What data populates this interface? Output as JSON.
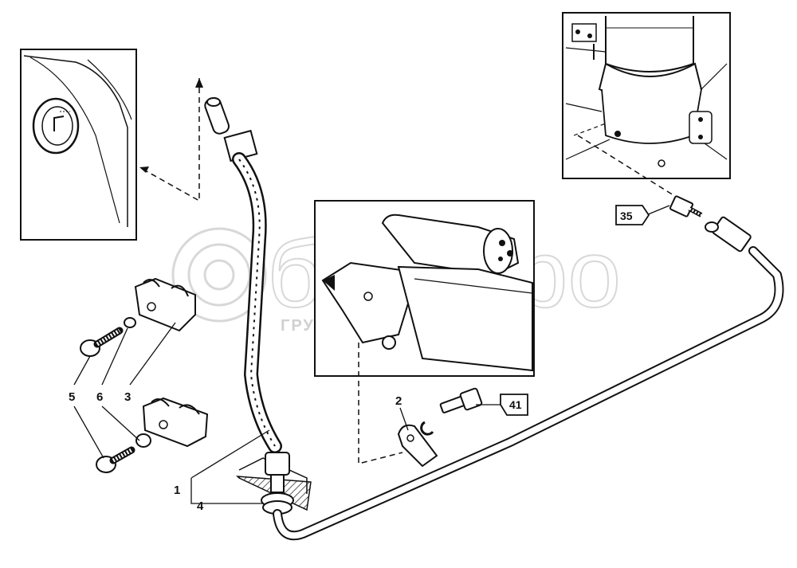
{
  "diagram": {
    "callouts": [
      {
        "id": "1",
        "label": "1"
      },
      {
        "id": "2",
        "label": "2"
      },
      {
        "id": "3",
        "label": "3"
      },
      {
        "id": "4",
        "label": "4"
      },
      {
        "id": "5",
        "label": "5"
      },
      {
        "id": "6",
        "label": "6"
      }
    ],
    "refs": [
      {
        "id": "35",
        "label": "35"
      },
      {
        "id": "41",
        "label": "41"
      }
    ],
    "watermark": {
      "main": "белагро",
      "sub": "ГРУППА КОМПАНИЙ"
    },
    "colors": {
      "line": "#111111",
      "fill": "#ffffff",
      "watermark": "#d8d8d8"
    }
  }
}
